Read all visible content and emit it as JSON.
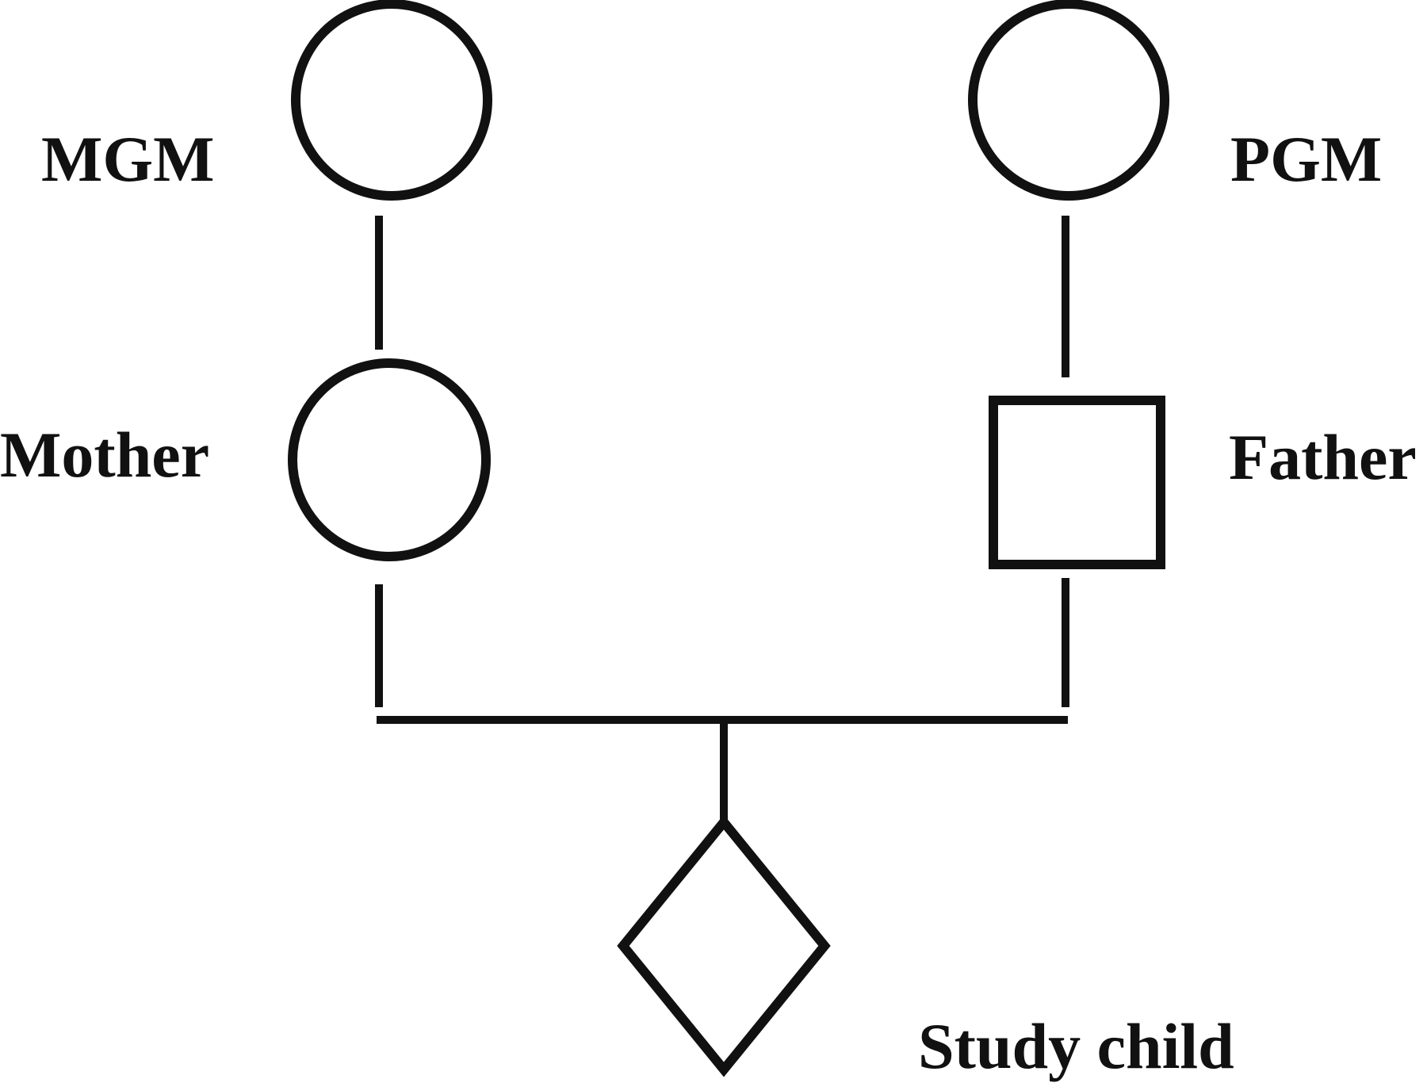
{
  "labels": {
    "mgm": "MGM",
    "pgm": "PGM",
    "mother": "Mother",
    "father": "Father",
    "study_child": "Study child"
  },
  "colors": {
    "stroke": "#111111",
    "background": "#ffffff"
  }
}
